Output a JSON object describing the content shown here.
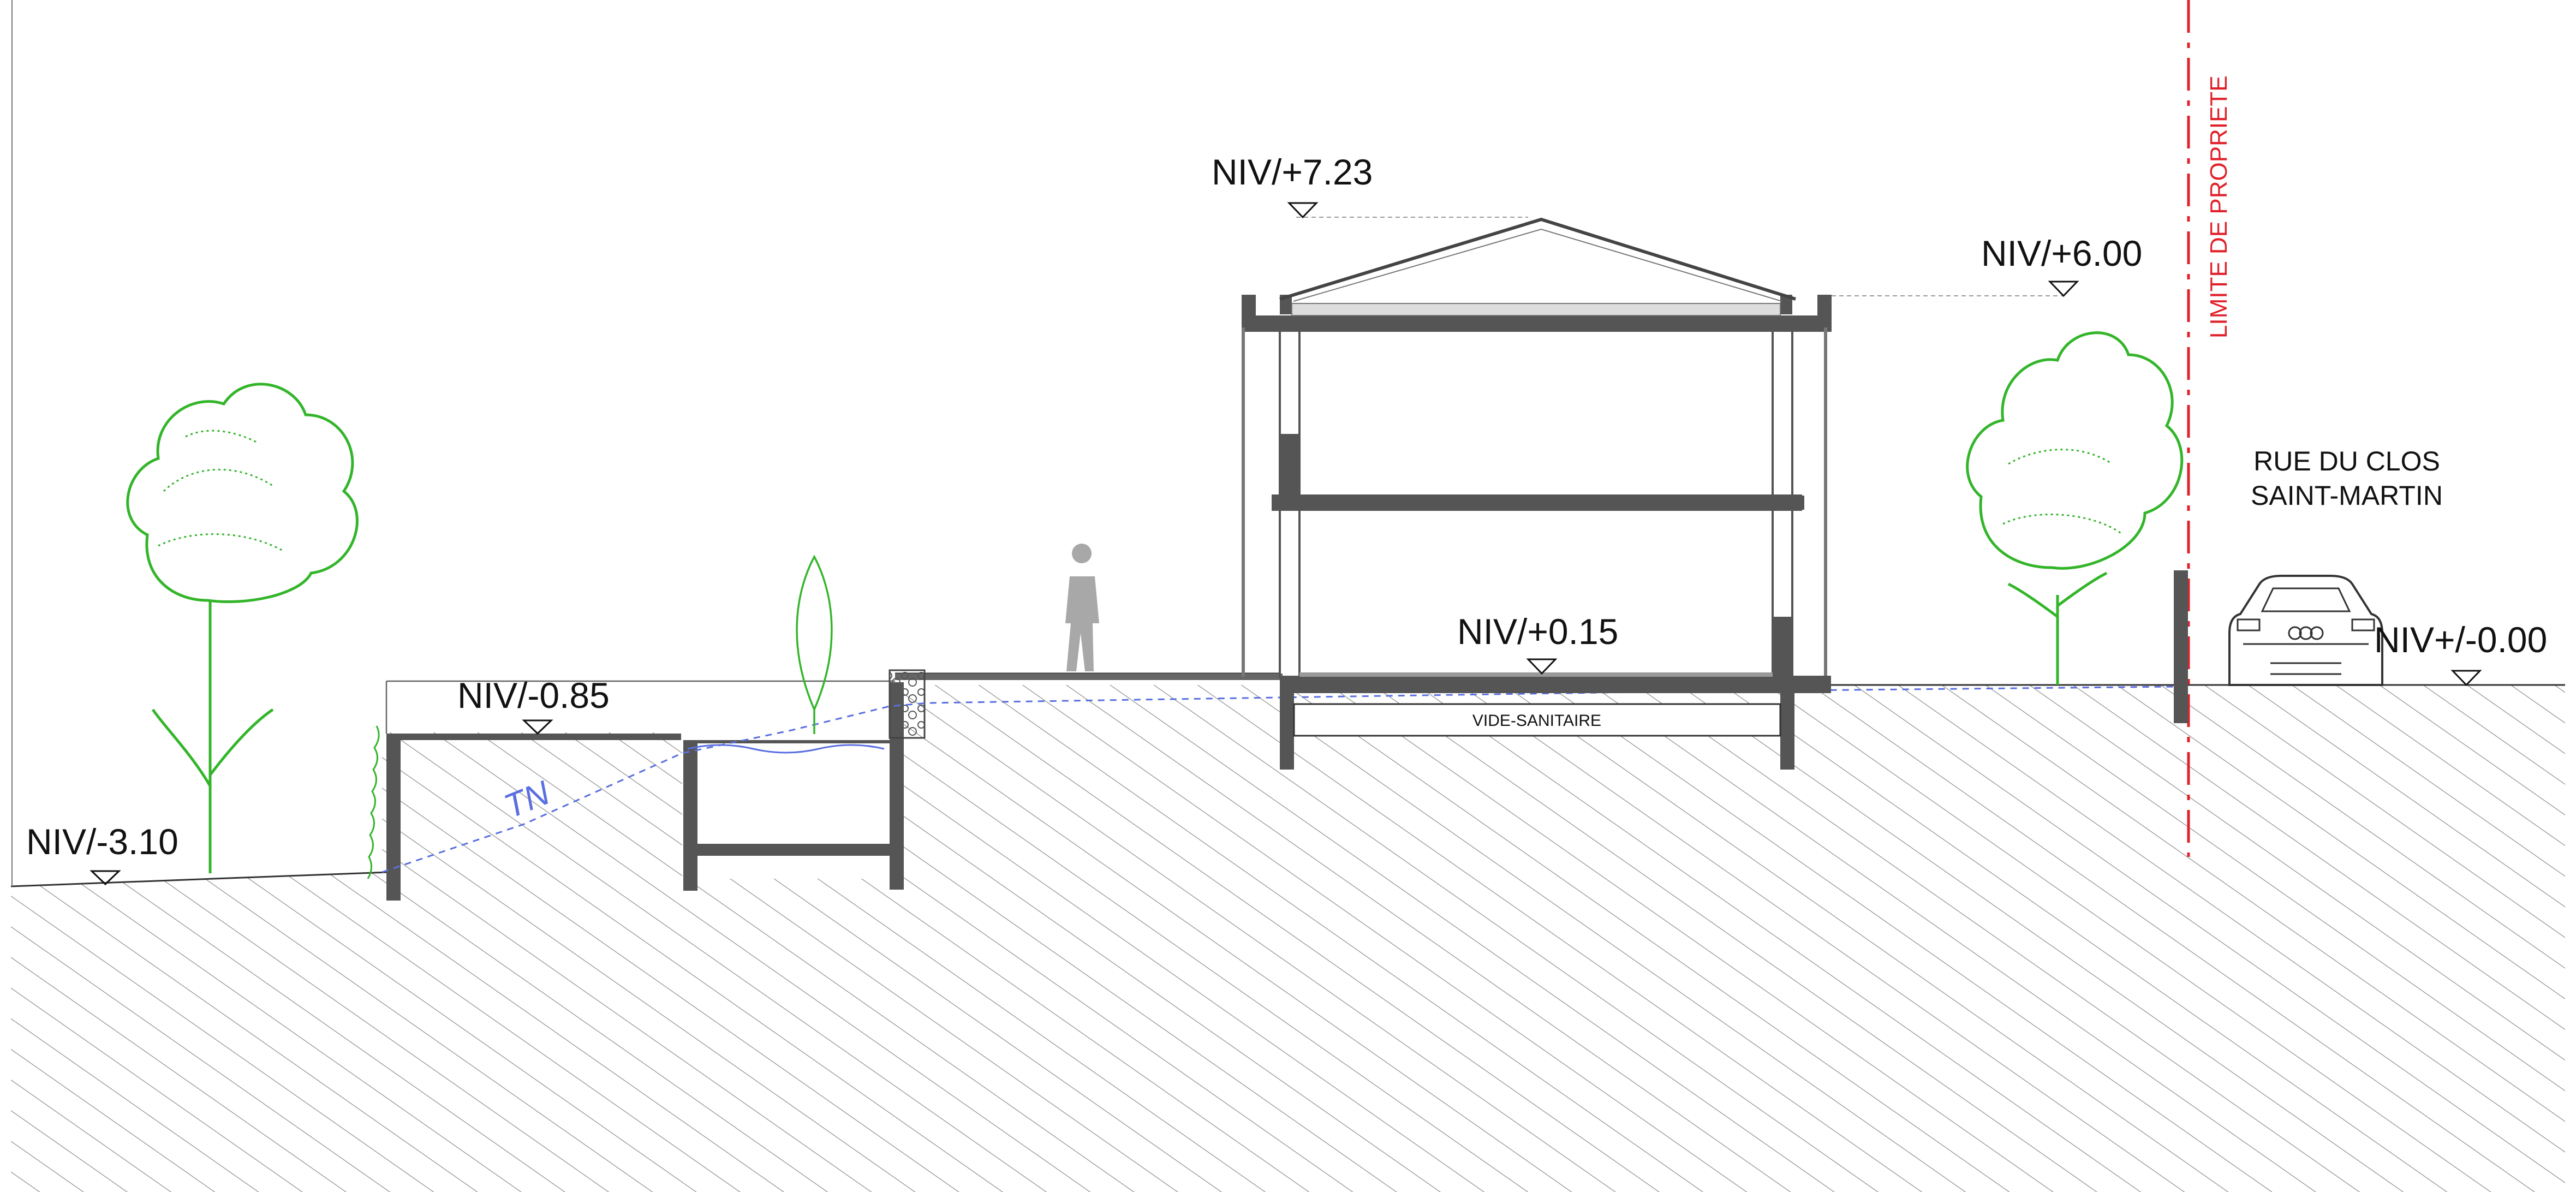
{
  "levels": {
    "niv_ridge": "NIV/+7.23",
    "niv_eave": "NIV/+6.00",
    "niv_floor": "NIV/+0.15",
    "niv_terrace": "NIV/-0.85",
    "niv_low": "NIV/-3.10",
    "niv_street": "NIV+/-0.00"
  },
  "labels": {
    "vide_sanitaire": "VIDE-SANITAIRE",
    "tn": "TN",
    "limite": "LIMITE DE PROPRIETE",
    "street_line1": "RUE DU CLOS",
    "street_line2": "SAINT-MARTIN"
  },
  "colors": {
    "structure": "#555555",
    "hatch": "#8a8a8a",
    "tn_line": "#5a6fe0",
    "limit_line": "#e0202a",
    "tree": "#33b52a",
    "person": "#a8a8a8"
  },
  "icons": {
    "level_marker": "triangle-down-icon",
    "person": "person-icon",
    "car": "car-icon",
    "tree": "tree-icon",
    "cypress": "cypress-icon"
  }
}
